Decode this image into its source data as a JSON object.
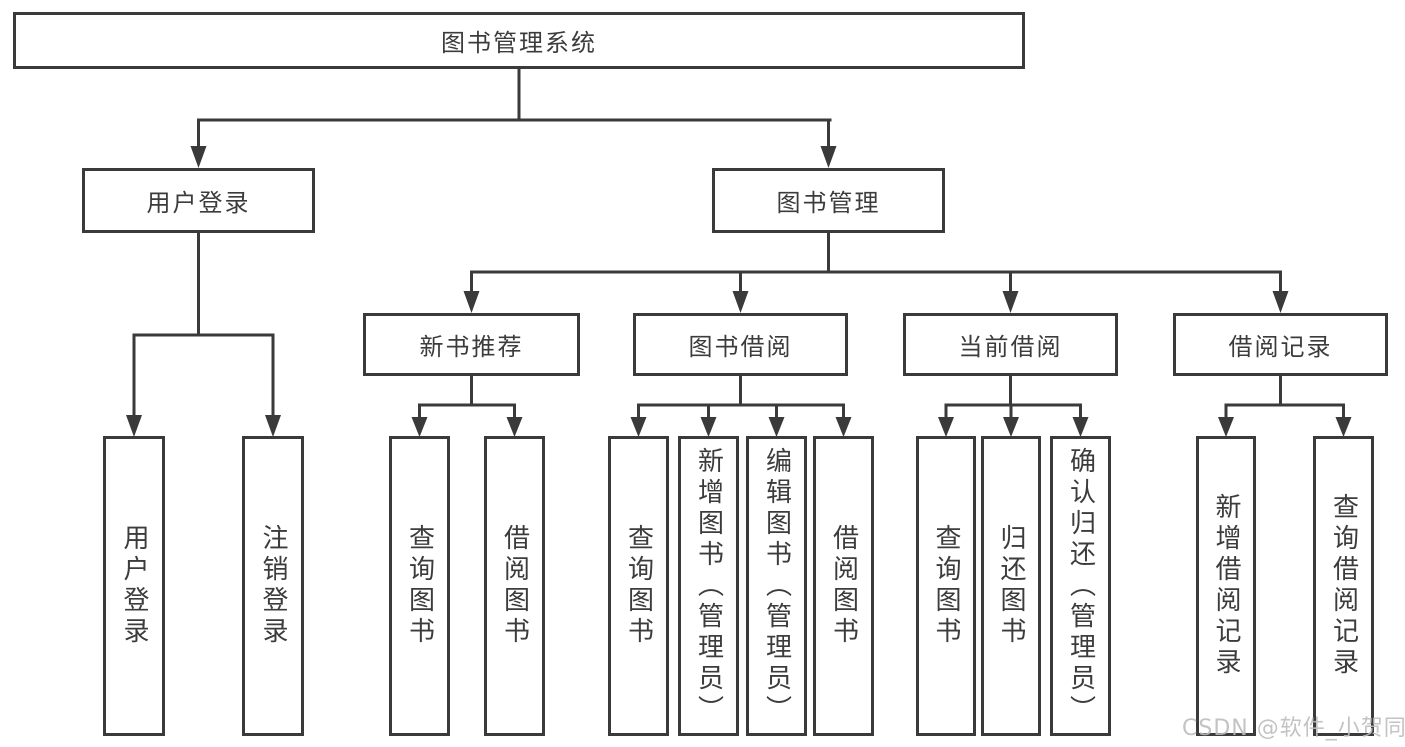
{
  "diagram": {
    "root": "图书管理系统",
    "branches": [
      {
        "label": "用户登录",
        "children": [
          "用户登录",
          "注销登录"
        ]
      },
      {
        "label": "图书管理",
        "children": [
          {
            "label": "新书推荐",
            "children": [
              "查询图书",
              "借阅图书"
            ]
          },
          {
            "label": "图书借阅",
            "children": [
              "查询图书",
              "新增图书（管理员）",
              "编辑图书（管理员）",
              "借阅图书"
            ]
          },
          {
            "label": "当前借阅",
            "children": [
              "查询图书",
              "归还图书",
              "确认归还（管理员）"
            ]
          },
          {
            "label": "借阅记录",
            "children": [
              "新增借阅记录",
              "查询借阅记录"
            ]
          }
        ]
      }
    ],
    "colors": {
      "line": "#3a3a3a",
      "border": "#3a3a3a",
      "text": "#3c3c3c",
      "watermark": "#bdbdbd",
      "background": "#ffffff"
    }
  },
  "watermark": "CSDN @软件_小贺同学"
}
